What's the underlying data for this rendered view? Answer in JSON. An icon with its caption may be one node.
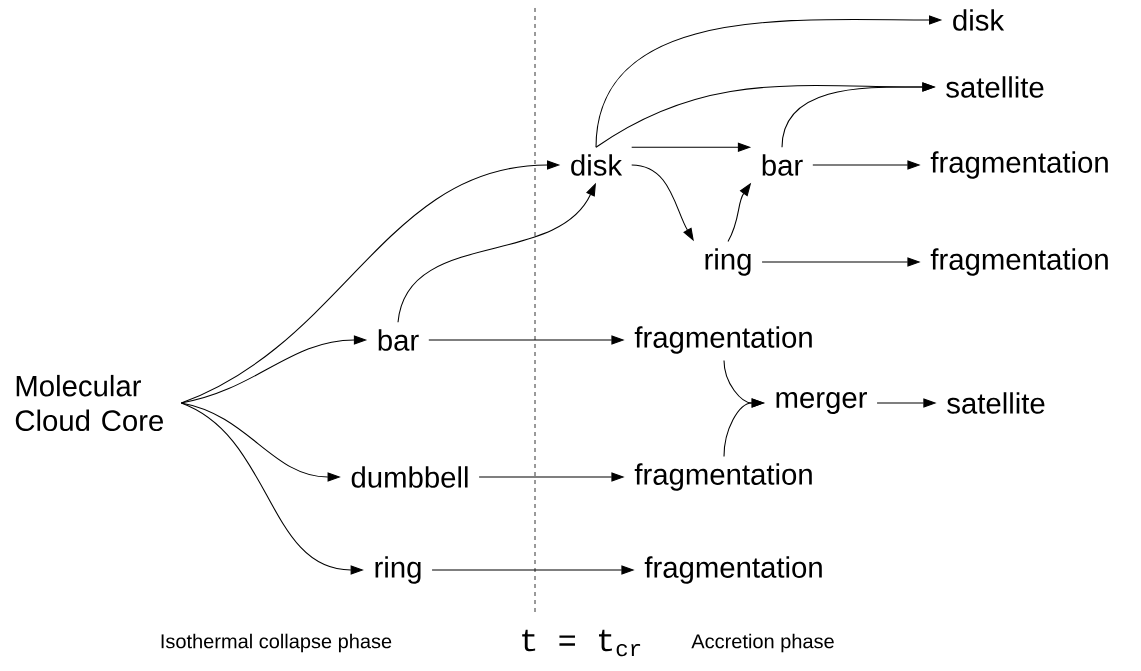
{
  "diagram": {
    "nodes": [
      {
        "text": [
          "Molecular Cloud Core"
        ]
      },
      {
        "text": [
          "disk"
        ]
      },
      {
        "text": [
          "disk"
        ]
      },
      {
        "text": [
          "satellite"
        ]
      },
      {
        "text": [
          "bar"
        ]
      },
      {
        "text": [
          "fragmentation"
        ]
      },
      {
        "text": [
          "ring"
        ]
      },
      {
        "text": [
          "fragmentation"
        ]
      },
      {
        "text": [
          "bar"
        ]
      },
      {
        "text": [
          "fragmentation"
        ]
      },
      {
        "text": [
          "merger"
        ]
      },
      {
        "text": [
          "satellite"
        ]
      },
      {
        "text": [
          "dumbbell"
        ]
      },
      {
        "text": [
          "fragmentation"
        ]
      },
      {
        "text": [
          "ring"
        ]
      },
      {
        "text": [
          "fragmentation"
        ]
      }
    ],
    "edges": [
      {
        "from": 0,
        "to": 1,
        "arrow": "to"
      },
      {
        "from": 0,
        "to": 8,
        "arrow": "to"
      },
      {
        "from": 0,
        "to": 12,
        "arrow": "to"
      },
      {
        "from": 0,
        "to": 14,
        "arrow": "to"
      },
      {
        "from": 8,
        "to": 1,
        "arrow": "to"
      },
      {
        "from": 1,
        "to": 2,
        "arrow": "to"
      },
      {
        "from": 1,
        "to": 3,
        "arrow": "to"
      },
      {
        "from": 4,
        "to": 3,
        "arrow": "to"
      },
      {
        "from": 1,
        "to": 4,
        "arrow": "to"
      },
      {
        "from": 1,
        "to": 6,
        "arrow": "to"
      },
      {
        "from": 6,
        "to": 4,
        "arrow": "to"
      },
      {
        "from": 4,
        "to": 5,
        "arrow": "to"
      },
      {
        "from": 6,
        "to": 7,
        "arrow": "to"
      },
      {
        "from": 8,
        "to": 9,
        "arrow": "to"
      },
      {
        "from": 9,
        "to": 10,
        "arrow": "to"
      },
      {
        "from": 13,
        "to": 10,
        "arrow": "to"
      },
      {
        "from": 10,
        "to": 11,
        "arrow": "to"
      },
      {
        "from": 12,
        "to": 13,
        "arrow": "to"
      },
      {
        "from": 14,
        "to": 15,
        "arrow": "to"
      }
    ],
    "labels": [
      "Isothermal collapse phase",
      "t = t$_{cr}$",
      "Accretion phase"
    ]
  }
}
